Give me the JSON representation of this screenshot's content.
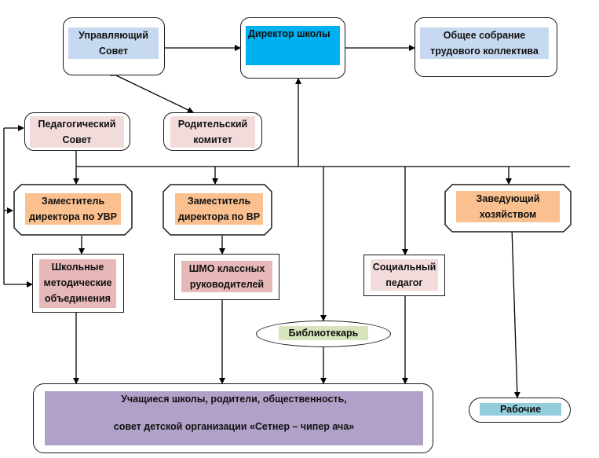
{
  "colors": {
    "light_blue": "#c6d9f0",
    "cyan": "#00b0f0",
    "pink": "#f2dcdb",
    "orange": "#fac08f",
    "rose": "#e6b8b7",
    "green": "#d7e4bc",
    "violet": "#b1a0c7",
    "teal": "#92cddc"
  },
  "nodes": {
    "governing_council": "Управляющий Совет",
    "director": "Директор школы",
    "general_meeting": "Общее собрание трудового коллектива",
    "pedagogical_council": "Педагогический Совет",
    "parent_committee": "Родительский комитет",
    "deputy_uvr": "Заместитель директора по УВР",
    "deputy_vr": "Заместитель директора по ВР",
    "household_manager": "Заведующий хозяйством",
    "school_methodical_associations": "Школьные методические объединения",
    "shmo_class_teachers": "ШМО классных руководителей",
    "social_pedagogue": "Социальный педагог",
    "librarian": "Библиотекарь",
    "workers": "Рабочие",
    "students_line1": "Учащиеся школы, родители, общественность,",
    "students_line2": "совет детской организации «Сетнер – чипер ача»"
  }
}
